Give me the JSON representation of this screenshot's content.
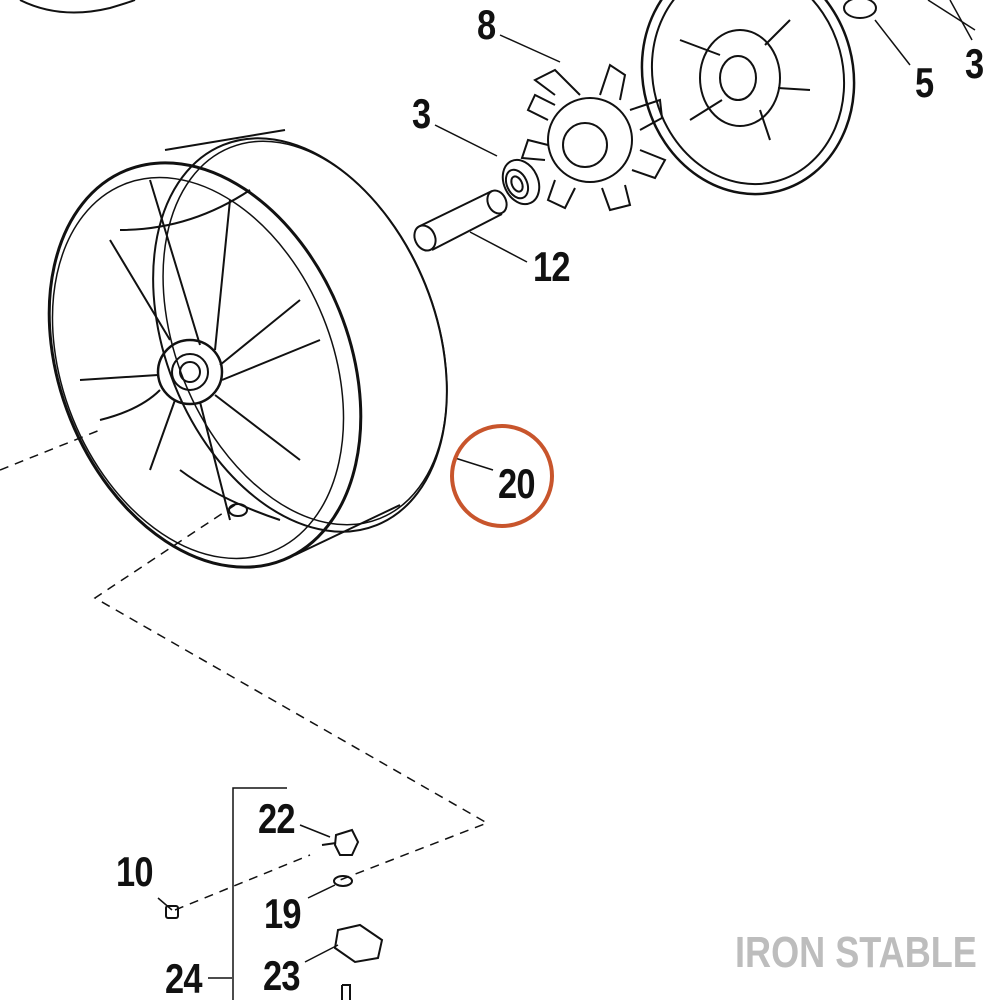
{
  "callouts": {
    "part_8": "8",
    "part_3_top": "3",
    "part_3_right": "3",
    "part_5": "5",
    "part_12": "12",
    "part_20": "20",
    "part_22": "22",
    "part_10": "10",
    "part_19": "19",
    "part_23": "23",
    "part_24": "24"
  },
  "watermark": "IRON STABLE",
  "highlight_color": "#c8552c"
}
